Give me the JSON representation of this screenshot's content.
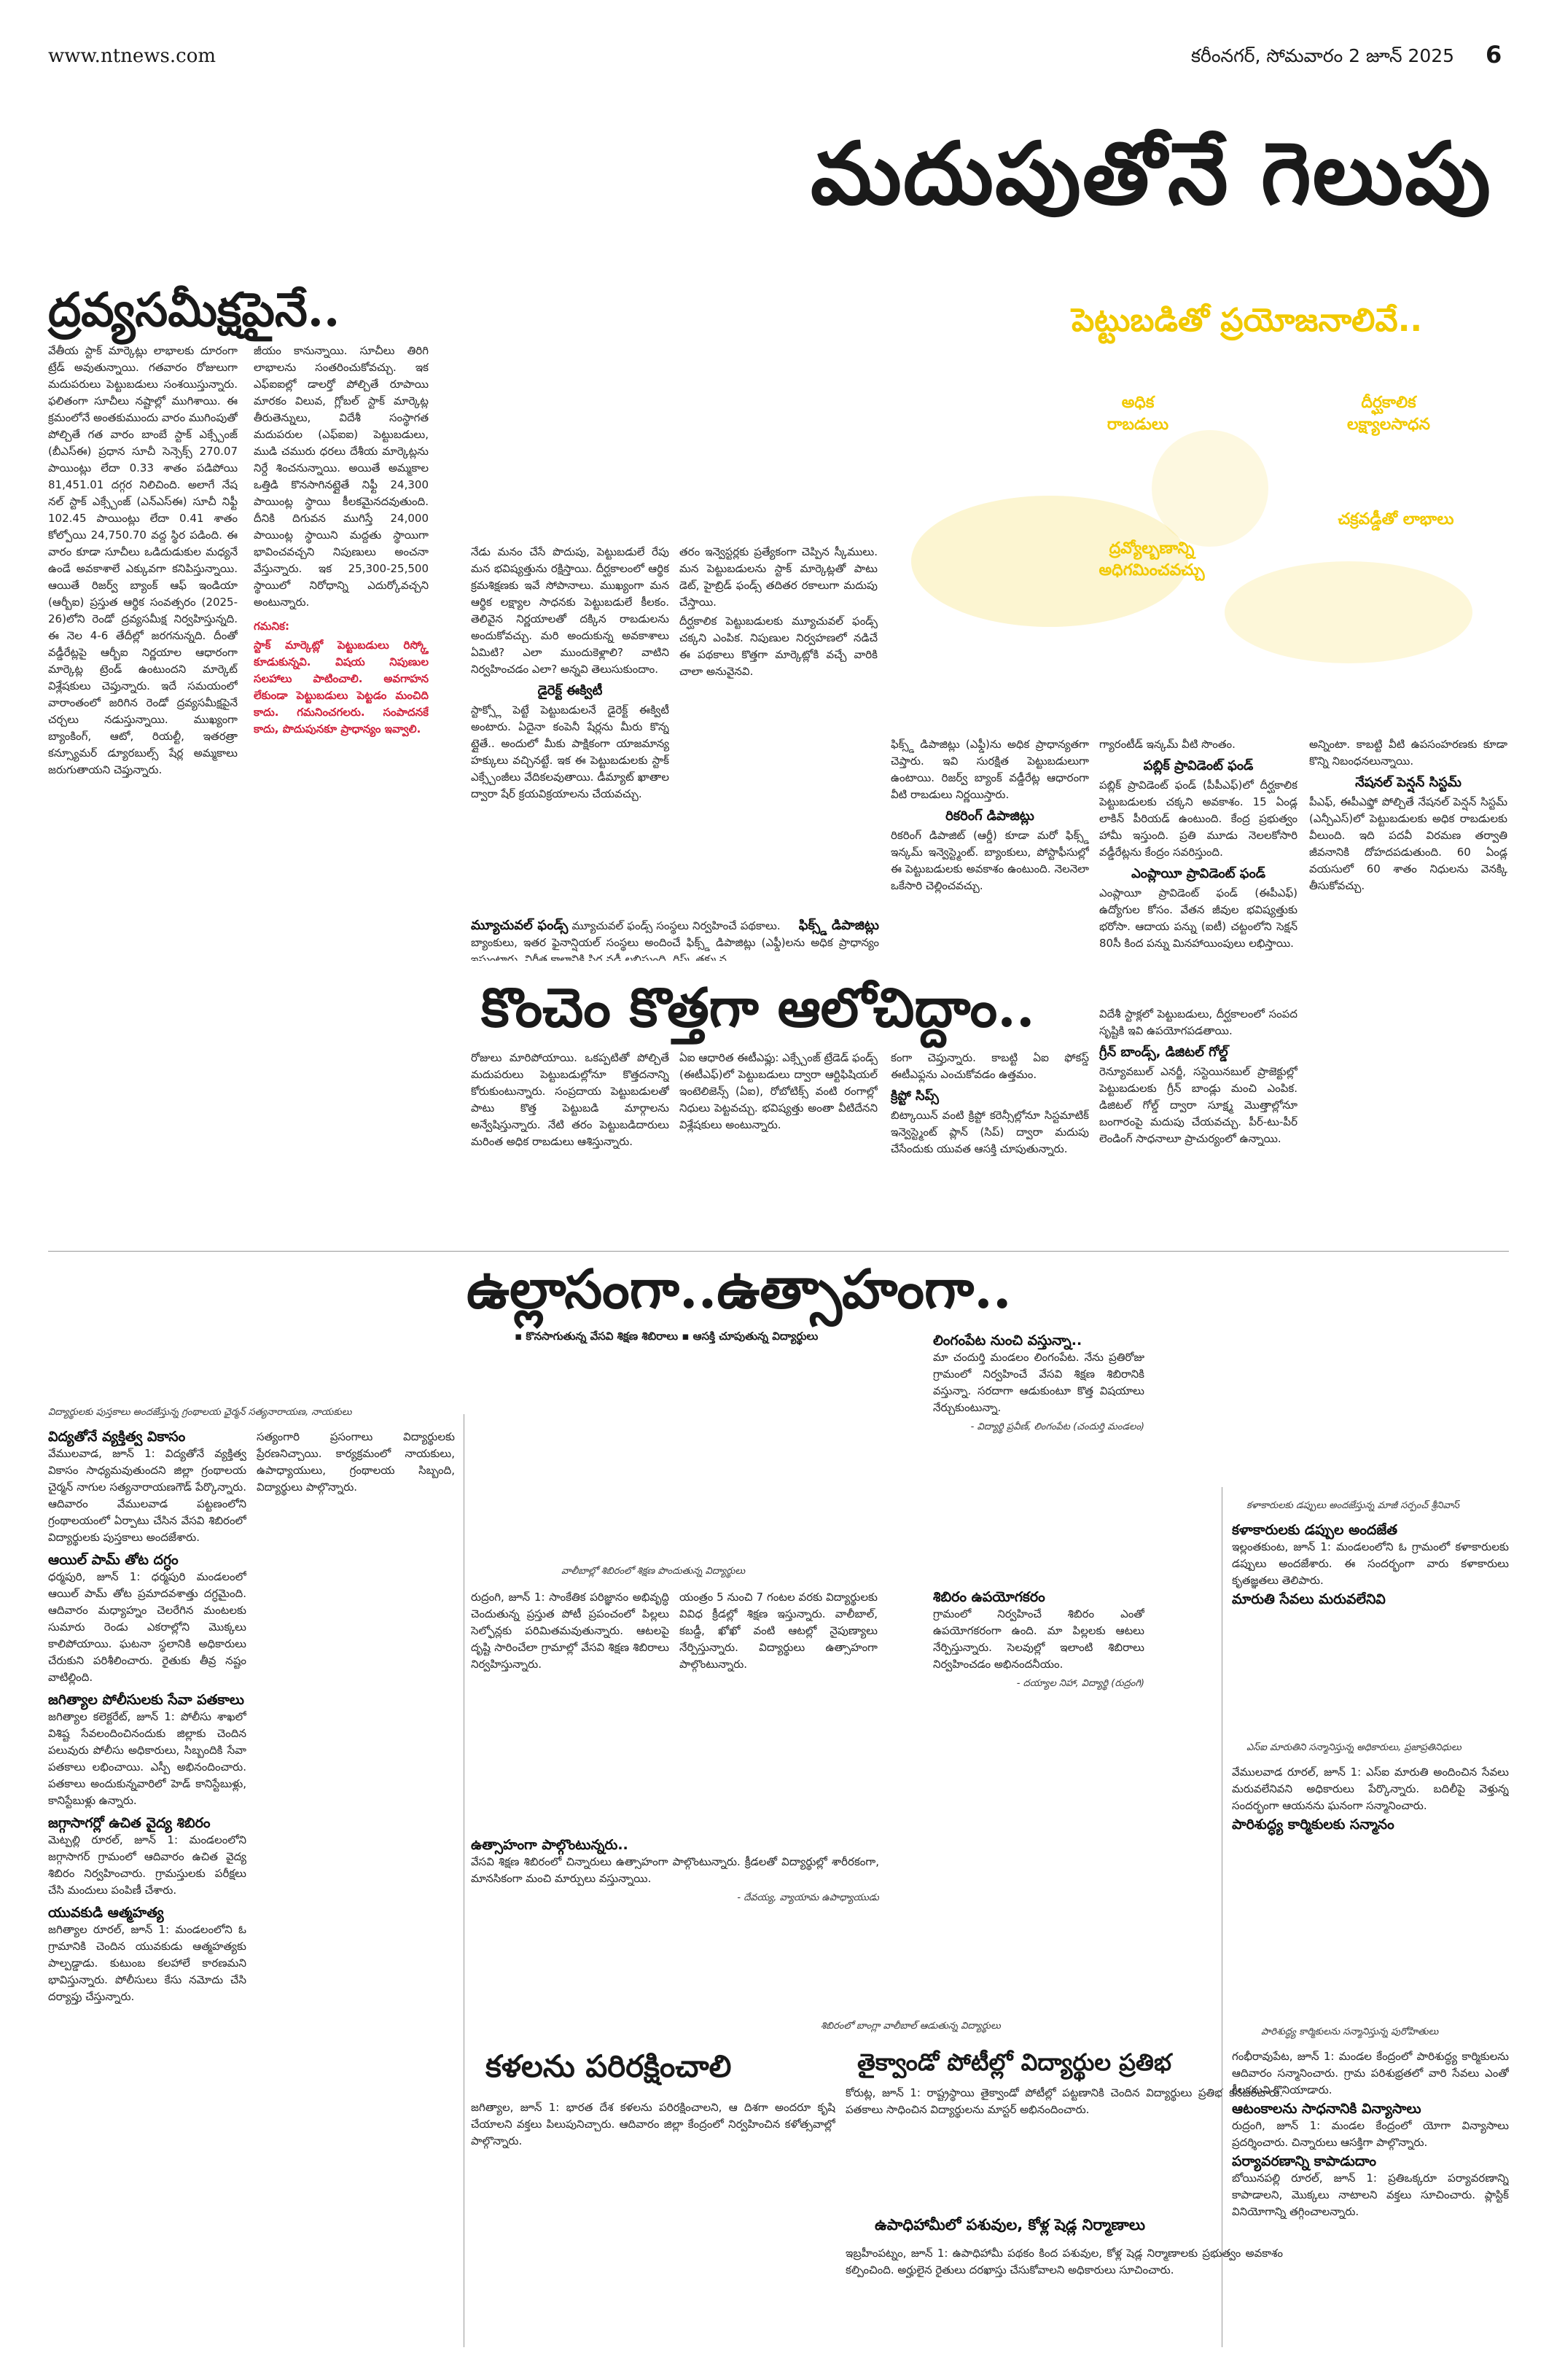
{
  "header": {
    "url": "www.ntnews.com",
    "dateline": "కరీంనగర్, సోమవారం 2 జూన్ 2025",
    "page": "6"
  },
  "feature": {
    "title": "మదుపుతోనే గెలుపు"
  },
  "s1": {
    "title": "ద్రవ్యసమీక్షపైనే..",
    "col1": "వేతీయ స్టాక్ మార్కెట్లు లాభాలకు దూరంగా ట్రేడ్ అవుతున్నాయి. గతవారం రోజులుగా మదుపరులు పెట్టుబడులు సంశయిస్తున్నారు. ఫలితంగా సూచీలు నష్టాల్లో ముగిశాయి. ఈ క్రమంలోనే అంతకుముందు వారం ముగింపుతో పోల్చితే గత వారం బాంబే స్టాక్ ఎక్స్చేంజ్ (బీఎస్ఈ) ప్రధాన సూచీ సెన్సెక్స్ 270.07 పాయింట్లు లేదా 0.33 శాతం పడిపోయి 81,451.01 దగ్గర నిలిచింది. అలాగే నేష నల్ స్టాక్ ఎక్స్చేంజ్ (ఎన్ఎస్ఈ) సూచీ నిఫ్టీ 102.45 పాయింట్లు లేదా 0.41 శాతం కోల్పోయి 24,750.70 వద్ద స్థిర పడింది. ఈ వారం కూడా సూచీలు ఒడిదుడుకుల మధ్యనే ఉండే అవకాశాలే ఎక్కువగా కనిపిస్తున్నాయి. ఆయితే రిజర్వ్ బ్యాంక్ ఆఫ్ ఇండియా (ఆర్బీఐ) ప్రస్తుత ఆర్థిక సంవత్సరం (2025-26)లోని రెండో ద్రవ్యసమీక్ష నిర్వహిస్తున్నది. ఈ నెల 4-6 తేదీల్లో జరగనున్నది. దీంతో వడ్డీరేట్లపై ఆర్బీఐ నిర్ణయాల ఆధారంగా మార్కెట్ల ట్రెండ్ ఉంటుందని మార్కెట్ విశ్లేషకులు చెప్తున్నారు. ఇదే సమయంలో వారాంతంలో జరిగిన రెండో ద్రవ్యసమీక్షపైనే చర్చలు నడుస్తున్నాయి. ముఖ్యంగా బ్యాంకింగ్, ఆటో, రియల్టీ, ఇతరత్రా కన్స్యూమర్ డ్యూరబుల్స్ షేర్ల అమ్మకాలు జరుగుతాయని చెప్తున్నారు.",
    "col2": "జీయం కానున్నాయి. సూచీలు తిరిగి లాభాలను సంతరించుకోవచ్చు. ఇక ఎఫ్ఐఐల్లో డాలర్తో పోల్చితే రూపాయి మారకం విలువ, గ్లోబల్ స్టాక్ మార్కెట్ల తీరుతెన్నులు, విదేశీ సంస్థాగత మదుపరుల (ఎఫ్ఐఐ) పెట్టుబడులు, ముడి చమురు ధరలు దేశీయ మార్కెట్లను నిర్దే శించనున్నాయి. అయితే అమ్మకాల ఒత్తిడి కొనసాగినట్లైతే నిఫ్టీ 24,300 పాయింట్ల స్థాయి కీలకమైనదవుతుంది. దీనికి దిగువన ముగిస్తే 24,000 పాయింట్ల స్థాయిని మద్దతు స్థాయిగా భావించవచ్చని నిపుణులు అంచనా వేస్తున్నారు. ఇక 25,300-25,500 స్థాయిలో నిరోధాన్ని ఎదుర్కోవచ్చని అంటున్నారు.",
    "note_label": "గమనిక:",
    "note": "స్టాక్ మార్కెట్లో పెట్టుబడులు రిస్క్తో కూడుకున్నవి. విషయ నిపుణుల సలహాలు పాటించాలి. అవగాహన లేకుండా పెట్టుబడులు పెట్టడం మంచిది కాదు. గమనించగలరు. సంపాదనకే కాదు, పొదుపునకూ ప్రాధాన్యం ఇవ్వాలి."
  },
  "s2": {
    "tagline": "పెట్టుబడితో ప్రయోజనాలివే..",
    "items": [
      "అధిక రాబడులు",
      "దీర్ఘకాలిక లక్ష్యాలసాధన",
      "ద్రవ్యోల్బణాన్ని అధిగమించవచ్చు",
      "చక్రవడ్డీతో లాభాలు"
    ],
    "intro": "నేడు మనం చేసే పొదుపు, పెట్టుబడులే రేపు మన భవిష్యత్తును రక్షిస్తాయి. దీర్ఘకాలంలో ఆర్థిక క్రమశిక్షణకు ఇవే సోపానాలు. ముఖ్యంగా మన ఆర్థిక లక్ష్యాల సాధనకు పెట్టుబడులే కీలకం. తెలివైన నిర్ణయాలతో దక్కిన రాబడులను అందుకోవచ్చు. మరి అందుకున్న అవకాశాలు ఏమిటి? ఎలా ముందుకెళ్లాలి? వాటిని నిర్వహించడం ఎలా? అన్నవి తెలుసుకుందాం.",
    "intro_b": "తరం ఇన్వెస్టర్లకు ప్రత్యేకంగా చెప్పిన స్కీములు. మన పెట్టుబడులను స్టాక్ మార్కెట్లతో పాటు డెట్, హైబ్రిడ్ ఫండ్స్ తదితర రకాలుగా మదుపు చేస్తాయి.",
    "h_direct": "డైరెక్ట్ ఈక్విటీ",
    "direct": "స్టాక్స్లో పెట్టే పెట్టుబడులనే డైరెక్ట్ ఈక్విటీ అంటారు. ఏదైనా కంపెనీ షేర్లను మీరు కొన్న ట్లైతే.. అందులో మీకు పాక్షికంగా యాజమాన్య హక్కులు వచ్చినట్టే. ఇక ఈ పెట్టుబడులకు స్టాక్ ఎక్స్చేంజీలు వేదికలవుతాయి. డీమ్యాట్ ఖాతాల ద్వారా షేర్ క్రయవిక్రయాలను చేయవచ్చు.",
    "direct_b": "దీర్ఘకాలిక పెట్టుబడులకు మ్యూచువల్ ఫండ్స్ చక్కని ఎంపిక. నిపుణుల నిర్వహణలో నడిచే ఈ పథకాలు కొత్తగా మార్కెట్లోకి వచ్చే వారికి చాలా అనువైనవి.",
    "h_fd": "ఫిక్స్డ్ డిపాజిట్లు",
    "fd": "బ్యాంకులు, ఇతర ఫైనాన్షియల్ సంస్థలు అందించే ఫిక్స్డ్ డిపాజిట్లు (ఎఫ్డీ)లను అధిక ప్రాధాన్యం ఇస్తుంటారు. నిర్ణీత కాలానికి స్థిర వడ్డీ లభిస్తుంది. రిస్క్ తక్కువ.",
    "h_mf": "మ్యూచువల్ ఫండ్స్",
    "mf": "మ్యూచువల్ ఫండ్స్ సంస్థలు నిర్వహించే పథకాలు.",
    "fd2": "ఫిక్స్డ్ డిపాజిట్లు (ఎఫ్డీ)ను అధిక ప్రాధాన్యతగా చెప్తారు. ఇవి సురక్షిత పెట్టుబడులుగా ఉంటాయి. రిజర్వ్ బ్యాంక్ వడ్డీరేట్ల ఆధారంగా వీటి రాబడులు నిర్ణయిస్తారు.",
    "h_rd": "రికరింగ్ డిపాజిట్లు",
    "rd": "రికరింగ్ డిపాజిట్ (ఆర్డీ) కూడా మరో ఫిక్స్డ్ ఇన్కమ్ ఇన్వెస్ట్మెంట్. బ్యాంకులు, పోస్టాఫీసుల్లో ఈ పెట్టుబడులకు అవకాశం ఉంటుంది. నెలనెలా ఒకేసారి చెల్లించవచ్చు.",
    "ppf_intro": "గ్యారంటీడ్ ఇన్కమ్ వీటి సొంతం.",
    "h_ppf": "పబ్లిక్ ప్రావిడెంట్ ఫండ్",
    "ppf": "పబ్లిక్ ప్రావిడెంట్ ఫండ్ (పీపీఎఫ్)లో దీర్ఘకాలిక పెట్టుబడులకు చక్కని అవకాశం. 15 ఏండ్ల లాకిన్ పీరియడ్ ఉంటుంది. కేంద్ర ప్రభుత్వం హామీ ఇస్తుంది. ప్రతి మూడు నెలలకోసారి వడ్డీరేట్లను కేంద్రం సవరిస్తుంది.",
    "h_epf": "ఎంప్లాయీ ప్రావిడెంట్ ఫండ్",
    "epf": "ఎంప్లాయీ ప్రావిడెంట్ ఫండ్ (ఈపీఎఫ్) ఉద్యోగుల కోసం. వేతన జీవుల భవిష్యత్తుకు భరోసా. ఆదాయ పన్ను (ఐటీ) చట్టంలోని సెక్షన్ 80సీ కింద పన్ను మినహాయింపులు లభిస్తాయి.",
    "nps_intro": "అన్నింటా. కాబట్టి వీటి ఉపసంహరణకు కూడా కొన్ని నిబంధనలున్నాయి.",
    "h_nps": "నేషనల్ పెన్షన్ సిస్టమ్",
    "nps": "పీఎఫ్, ఈపీఎఫ్తో పోల్చితే నేషనల్ పెన్షన్ సిస్టమ్ (ఎన్పీఎస్)లో పెట్టుబడులకు అధిక రాబడులకు వీలుంది. ఇది పదవీ విరమణ తర్వాతి జీవనానికి దోహదపడుతుంది. 60 ఏండ్ల వయసులో 60 శాతం నిధులను వెనక్కి తీసుకోవచ్చు."
  },
  "s3": {
    "title": "కొంచెం కొత్తగా ఆలోచిద్దాం..",
    "col1": "రోజులు మారిపోయాయి. ఒకప్పటితో పోల్చితే మదుపరులు పెట్టుబడుల్లోనూ కొత్తదనాన్ని కోరుకుంటున్నారు. సంప్రదాయ పెట్టుబడులతో పాటు కొత్త పెట్టుబడి మార్గాలను అన్వేషిస్తున్నారు. నేటి తరం పెట్టుబడిదారులు మరింత అధిక రాబడులు ఆశిస్తున్నారు.",
    "col2": "ఏఐ ఆధారిత ఈటీఎఫ్లు: ఎక్స్చేంజ్ ట్రేడెడ్ ఫండ్స్ (ఈటీఎఫ్)లో పెట్టుబడులు ద్వారా ఆర్టిఫిషియల్ ఇంటెలిజెన్స్ (ఏఐ), రోబోటిక్స్ వంటి రంగాల్లో నిధులు పెట్టవచ్చు. భవిష్యత్తు అంతా వీటిదేనని విశ్లేషకులు అంటున్నారు.",
    "col3": "కంగా చెప్తున్నారు. కాబట్టి ఏఐ ఫోకస్డ్ ఈటీఎఫ్లను ఎంచుకోవడం ఉత్తమం.",
    "h_reit": "క్రిప్టో సిప్స్",
    "reit": "బిట్కాయిన్ వంటి క్రిప్టో కరెన్సీల్లోనూ సిస్టమాటిక్ ఇన్వెస్ట్మెంట్ ప్లాన్ (సిప్) ద్వారా మదుపు చేసేందుకు యువత ఆసక్తి చూపుతున్నారు.",
    "h_green": "గ్రీన్ బాండ్స్, డిజిటల్ గోల్డ్",
    "green": "రెన్యూవబుల్ ఎనర్జీ, సస్టెయినబుల్ ప్రాజెక్టుల్లో పెట్టుబడులకు గ్రీన్ బాండ్లు మంచి ఎంపిక. డిజిటల్ గోల్డ్ ద్వారా సూక్ష్మ మొత్తాల్లోనూ బంగారంపై మదుపు చేయవచ్చు. పీర్-టు-పీర్ లెండింగ్ సాధనాలూ ప్రాచుర్యంలో ఉన్నాయి.",
    "tail": "విదేశీ స్టాక్లలో పెట్టుబడులు, దీర్ఘకాలంలో సంపద సృష్టికి ఇవి ఉపయోగపడతాయి."
  },
  "s4": {
    "title": "ఉల్లాసంగా..ఉత్సాహంగా..",
    "caption_strip": "▪ కొనసాగుతున్న వేసవి శిక్షణ శిబిరాలు ▪ ఆసక్తి చూపుతున్న విద్యార్థులు",
    "photo_cap_tl": "విద్యార్థులకు పుస్తకాలు అందజేస్తున్న గ్రంథాలయ ఛైర్మన్ సత్యనారాయణ, నాయకులు",
    "h_vidya": "విద్యతోనే వ్యక్తిత్వ వికాసం",
    "vidya": "వేములవాడ, జూన్ 1: విద్యతోనే వ్యక్తిత్వ వికాసం సాధ్యమవుతుందని జిల్లా గ్రంథాలయ చైర్మన్ నాగుల సత్యనారాయణగౌడ్ పేర్కొన్నారు. ఆదివారం వేములవాడ పట్టణంలోని గ్రంథాలయంలో ఏర్పాటు చేసిన వేసవి శిబిరంలో విద్యార్థులకు పుస్తకాలు అందజేశారు.",
    "vidya_b": "సత్యంగారి ప్రసంగాలు విద్యార్థులకు ప్రేరణనిచ్చాయి. కార్యక్రమంలో నాయకులు, ఉపాధ్యాయులు, గ్రంథాలయ సిబ్బంది, విద్యార్థులు పాల్గొన్నారు.",
    "h_oil": "ఆయిల్ పామ్ తోట దగ్ధం",
    "oil": "ధర్మపురి, జూన్ 1: ధర్మపురి మండలంలో ఆయిల్ పామ్ తోట ప్రమాదవశాత్తు దగ్ధమైంది. ఆదివారం మధ్యాహ్నం చెలరేగిన మంటలకు సుమారు రెండు ఎకరాల్లోని మొక్కలు కాలిపోయాయి. ఘటనా స్థలానికి అధికారులు చేరుకుని పరిశీలించారు. రైతుకు తీవ్ర నష్టం వాటిల్లింది.",
    "h_police": "జగిత్యాల పోలీసులకు సేవా పతకాలు",
    "police": "జగిత్యాల కలెక్టరేట్, జూన్ 1: పోలీసు శాఖలో విశిష్ట సేవలందించినందుకు జిల్లాకు చెందిన పలువురు పోలీసు అధికారులు, సిబ్బందికి సేవా పతకాలు లభించాయి. ఎస్పీ అభినందించారు. పతకాలు అందుకున్నవారిలో హెడ్ కానిస్టేబుళ్లు, కానిస్టేబుళ్లు ఉన్నారు.",
    "h_health": "జగ్గాసాగర్లో ఉచిత వైద్య శిబిరం",
    "health": "మెట్పల్లి రూరల్, జూన్ 1: మండలంలోని జగ్గాసాగర్ గ్రామంలో ఆదివారం ఉచిత వైద్య శిబిరం నిర్వహించారు. గ్రామస్తులకు పరీక్షలు చేసి మందులు పంపిణీ చేశారు.",
    "h_youth": "యువకుడి ఆత్మహత్య",
    "youth": "జగిత్యాల రూరల్, జూన్ 1: మండలంలోని ఓ గ్రామానికి చెందిన యువకుడు ఆత్మహత్యకు పాల్పడ్డాడు. కుటుంబ కలహాలే కారణమని భావిస్తున్నారు. పోలీసులు కేసు నమోదు చేసి దర్యాప్తు చేస్తున్నారు.",
    "top_cap": "వాలీబాల్లో శిబిరంలో శిక్షణ పొందుతున్న విద్యార్థులు",
    "mid1": "రుద్రంగి, జూన్ 1: సాంకేతిక పరిజ్ఞానం అభివృద్ధి చెందుతున్న ప్రస్తుత పోటీ ప్రపంచంలో పిల్లలు సెల్ఫోన్లకు పరిమితమవుతున్నారు. ఆటలపై దృష్టి సారించేలా గ్రామాల్లో వేసవి శిక్షణ శిబిరాలు నిర్వహిస్తున్నారు.",
    "mid2": "యంత్రం 5 నుంచి 7 గంటల వరకు విద్యార్థులకు వివిధ క్రీడల్లో శిక్షణ ఇస్తున్నారు. వాలీబాల్, కబడ్డీ, ఖోఖో వంటి ఆటల్లో నైపుణ్యాలు నేర్పిస్తున్నారు. విద్యార్థులు ఉత్సాహంగా పాల్గొంటున్నారు.",
    "h_linga": "లింగంపేట నుంచి వస్తున్నా..",
    "linga": "మా చందుర్తి మండలం లింగంపేట. నేను ప్రతిరోజు గ్రామంలో నిర్వహించే వేసవి శిక్షణ శిబిరానికి వస్తున్నా. సరదాగా ఆడుకుంటూ కొత్త విషయాలు నేర్చుకుంటున్నా.",
    "linga_by": "- విద్యార్థి ప్రవీణ్, లింగంపేట (చందుర్తి మండలం)",
    "h_useful": "శిబిరం ఉపయోగకరం",
    "useful": "గ్రామంలో నిర్వహించే శిబిరం ఎంతో ఉపయోగకరంగా ఉంది. మా పిల్లలకు ఆటలు నేర్పిస్తున్నారు. సెలవుల్లో ఇలాంటి శిబిరాలు నిర్వహించడం అభినందనీయం.",
    "useful_by": "- దయ్యాల నిహా, విద్యార్థి (రుద్రంగి)",
    "h_utsaha": "ఉత్సాహంగా పాల్గొంటున్నరు..",
    "utsaha": "వేసవి శిక్షణ శిబిరంలో చిన్నారులు ఉత్సాహంగా పాల్గొంటున్నారు. క్రీడలతో విద్యార్థుల్లో శారీరకంగా, మానసికంగా మంచి మార్పులు వస్తున్నాయి.",
    "utsaha_by": "- దేవయ్య, వ్యాయామ ఉపాధ్యాయుడు",
    "cap_mid2": "శిబిరంలో బాంగ్లా వాలీబాల్ ఆడుతున్న విద్యార్థులు",
    "h_kala": "కళలను పరిరక్షించాలి",
    "kala": "జగిత్యాల, జూన్ 1: భారత దేశ కళలను పరిరక్షించాలని, ఆ దిశగా అందరూ కృషి చేయాలని వక్తలు పిలుపునిచ్చారు. ఆదివారం జిల్లా కేంద్రంలో నిర్వహించిన కళోత్సవాల్లో పాల్గొన్నారు.",
    "h_taek": "తైక్వాండో పోటీల్లో విద్యార్థుల ప్రతిభ",
    "taek": "కోరుట్ల, జూన్ 1: రాష్ట్రస్థాయి తైక్వాండో పోటీల్లో పట్టణానికి చెందిన విద్యార్థులు ప్రతిభ కనబరిచారు. పతకాలు సాధించిన విద్యార్థులను మాస్టర్ అభినందించారు.",
    "h_cattle": "ఉపాధిహామీలో పశువుల, కోళ్ల షెడ్ల నిర్మాణాలు",
    "cattle": "ఇబ్రహీంపట్నం, జూన్ 1: ఉపాధిహామీ పథకం కింద పశువుల, కోళ్ల షెడ్ల నిర్మాణాలకు ప్రభుత్వం అవకాశం కల్పించింది. అర్హులైన రైతులు దరఖాస్తు చేసుకోవాలని అధికారులు సూచించారు.",
    "r_cap": "కళాకారులకు డప్పులు అందజేస్తున్న మాజీ సర్పంచ్ శ్రీనివాస్",
    "h_dappu": "కళాకారులకు డప్పుల అందజేత",
    "dappu": "ఇల్లంతకుంట, జూన్ 1: మండలంలోని ఓ గ్రామంలో కళాకారులకు డప్పులు అందజేశారు. ఈ సందర్భంగా వారు కళాకారులు కృతజ్ఞతలు తెలిపారు.",
    "h_maruthi": "మారుతి సేవలు మరువలేనివి",
    "r_cap2": "ఎస్ఐ మారుతిని సన్మానిస్తున్న అధికారులు, ప్రజాప్రతినిధులు",
    "maruthi": "వేములవాడ రూరల్, జూన్ 1: ఎస్ఐ మారుతి అందించిన సేవలు మరువలేనివని అధికారులు పేర్కొన్నారు. బదిలీపై వెళ్తున్న సందర్భంగా ఆయనను ఘనంగా సన్మానించారు.",
    "h_sanitation": "పారిశుద్ధ్య కార్మికులకు సన్మానం",
    "r_cap3": "పారిశుద్ధ్య కార్మికులను సన్మానిస్తున్న పురోహితులు",
    "sanitation": "గంభీరావుపేట, జూన్ 1: మండల కేంద్రంలో పారిశుద్ధ్య కార్మికులను ఆదివారం సన్మానించారు. గ్రామ పరిశుభ్రతలో వారి సేవలు ఎంతో కీలకమని కొనియాడారు.",
    "h_yoga": "ఆటంకాలను సాధనానికి విన్యాసాలు",
    "yoga": "రుద్రంగి, జూన్ 1: మండల కేంద్రంలో యోగా విన్యాసాలు ప్రదర్శించారు. చిన్నారులు ఆసక్తిగా పాల్గొన్నారు.",
    "h_env": "పర్యావరణాన్ని కాపాడుదాం",
    "env": "బోయినపల్లి రూరల్, జూన్ 1: ప్రతిఒక్కరూ పర్యావరణాన్ని కాపాడాలని, మొక్కలు నాటాలని వక్తలు సూచించారు. ప్లాస్టిక్ వినియోగాన్ని తగ్గించాలన్నారు."
  },
  "colors": {
    "accent": "#d1213a",
    "yellow": "#f1c900",
    "ink": "#111111"
  }
}
